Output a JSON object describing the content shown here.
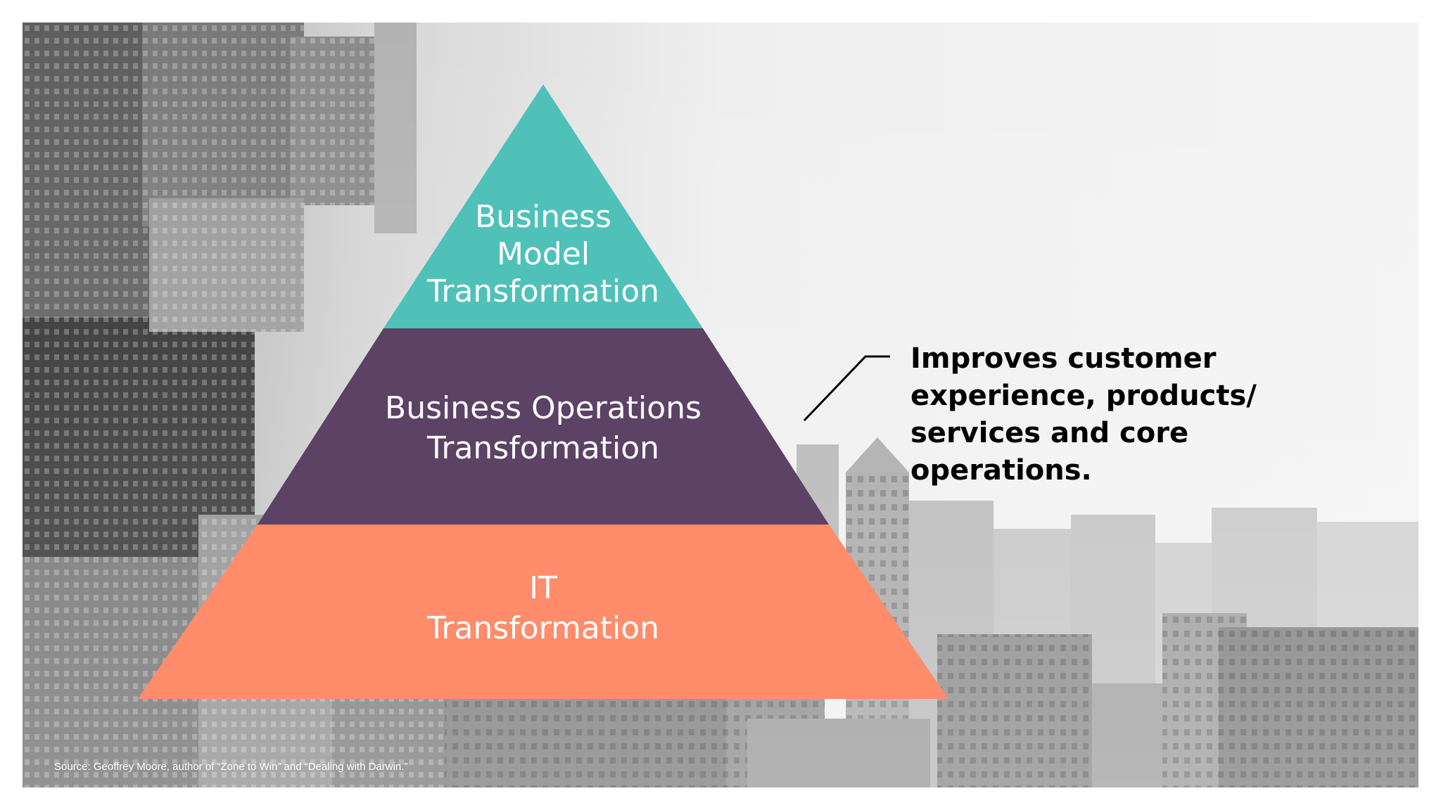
{
  "diagram": {
    "type": "pyramid",
    "tiers": [
      {
        "id": "top",
        "lines": [
          "Business",
          "Model",
          "Transformation"
        ],
        "color": "#4fc1b9"
      },
      {
        "id": "middle",
        "lines": [
          "Business Operations",
          "Transformation"
        ],
        "color": "#5c4265"
      },
      {
        "id": "bottom",
        "lines": [
          "IT",
          "Transformation"
        ],
        "color": "#ff8c6b"
      }
    ]
  },
  "callout": {
    "lines": [
      "Improves customer",
      "experience, products/",
      "services and core",
      "operations."
    ],
    "color": "#000000"
  },
  "source": {
    "text": "Source: Geoffrey Moore, author of “Zone to Win” and “Dealing with Darwin.”"
  },
  "background": {
    "description_color_light": "#f2f2f2",
    "description_color_dark": "#5a5a5a"
  }
}
